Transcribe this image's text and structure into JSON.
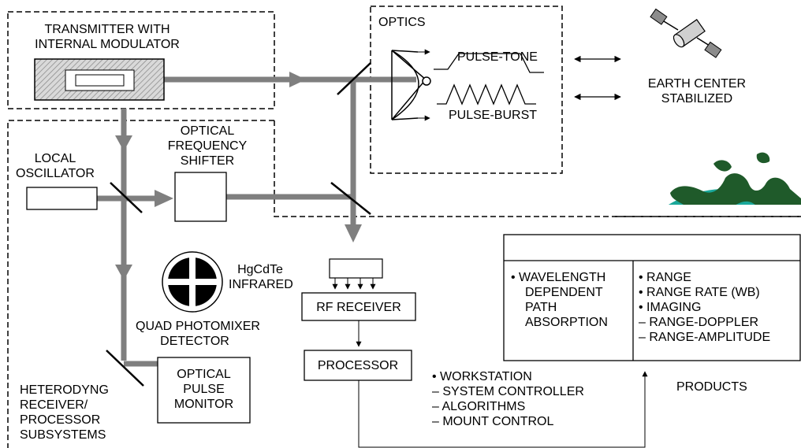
{
  "transmitter": {
    "line1": "TRANSMITTER WITH",
    "line2": "INTERNAL MODULATOR"
  },
  "optics": {
    "title": "OPTICS",
    "pulse_tone": "PULSE-TONE",
    "pulse_burst": "PULSE-BURST"
  },
  "earth": {
    "line1": "EARTH CENTER",
    "line2": "STABILIZED"
  },
  "local_oscillator": {
    "line1": "LOCAL",
    "line2": "OSCILLATOR"
  },
  "frequency_shifter": {
    "line1": "OPTICAL",
    "line2": "FREQUENCY",
    "line3": "SHIFTER"
  },
  "detector": {
    "material1": "HgCdTe",
    "material2": "INFRARED",
    "line1": "QUAD PHOTOMIXER",
    "line2": "DETECTOR"
  },
  "rf_receiver": "RF RECEIVER",
  "processor": "PROCESSOR",
  "pulse_monitor": {
    "line1": "OPTICAL",
    "line2": "PULSE",
    "line3": "MONITOR"
  },
  "heterodyne": {
    "line1": "HETERODYNG",
    "line2": "RECEIVER/",
    "line3": "PROCESSOR",
    "line4": "SUBSYSTEMS"
  },
  "workstation": {
    "items": [
      "• WORKSTATION",
      "– SYSTEM CONTROLLER",
      "– ALGORITHMS",
      "– MOUNT CONTROL"
    ]
  },
  "products_table": {
    "left": [
      "• WAVELENGTH",
      "DEPENDENT",
      "PATH",
      "ABSORPTION"
    ],
    "right": [
      "• RANGE",
      "• RANGE RATE (WB)",
      "• IMAGING",
      "– RANGE-DOPPLER",
      "– RANGE-AMPLITUDE"
    ]
  },
  "products_label": "PRODUCTS",
  "colors": {
    "beam": "#7f7f7f",
    "earth_ocean": "#1aa89a",
    "earth_land": "#1f5a2a",
    "transmitter_fill": "#cfcfcf"
  }
}
